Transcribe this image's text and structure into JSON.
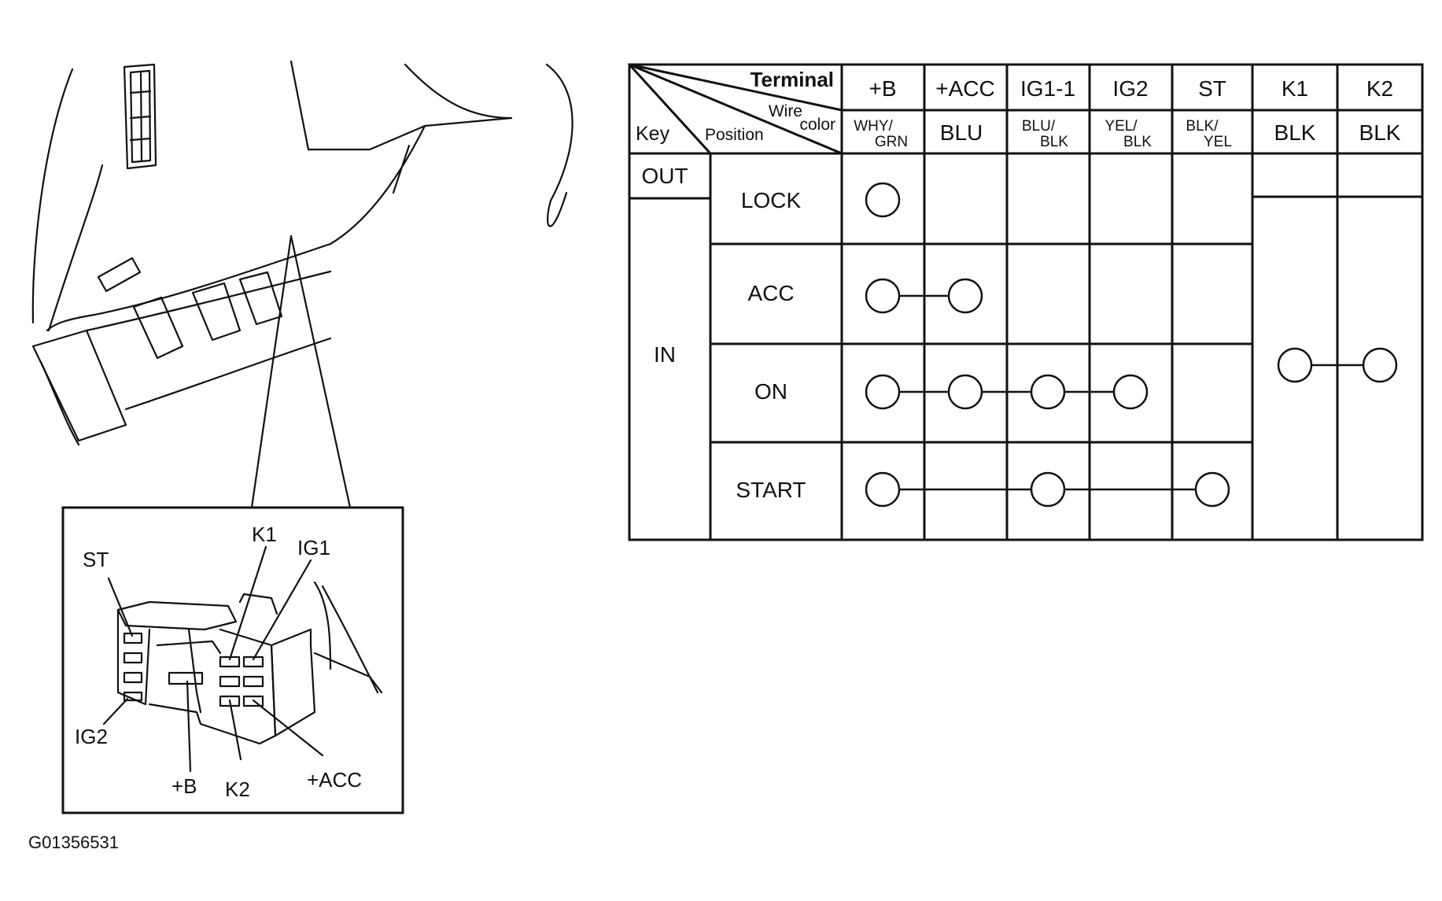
{
  "figure_id": "G01356531",
  "connector": {
    "labels": {
      "st": "ST",
      "k1": "K1",
      "ig1": "IG1",
      "ig2": "IG2",
      "plus_b": "+B",
      "k2": "K2",
      "plus_acc": "+ACC"
    }
  },
  "table": {
    "header": {
      "terminal": "Terminal",
      "wire": "Wire",
      "color": "color",
      "key": "Key",
      "position": "Position"
    },
    "columns": [
      {
        "terminal": "+B",
        "wire": [
          "WHY/",
          "GRN"
        ]
      },
      {
        "terminal": "+ACC",
        "wire": [
          "BLU"
        ]
      },
      {
        "terminal": "IG1-1",
        "wire": [
          "BLU/",
          "BLK"
        ]
      },
      {
        "terminal": "IG2",
        "wire": [
          "YEL/",
          "BLK"
        ]
      },
      {
        "terminal": "ST",
        "wire": [
          "BLK/",
          "YEL"
        ]
      },
      {
        "terminal": "K1",
        "wire": [
          "BLK"
        ]
      },
      {
        "terminal": "K2",
        "wire": [
          "BLK"
        ]
      }
    ],
    "key_states": [
      "OUT",
      "IN"
    ],
    "rows": [
      {
        "position": "LOCK",
        "connected_terminals": [
          "+B"
        ]
      },
      {
        "position": "ACC",
        "connected_terminals": [
          "+B",
          "+ACC"
        ]
      },
      {
        "position": "ON",
        "connected_terminals": [
          "+B",
          "+ACC",
          "IG1-1",
          "IG2"
        ]
      },
      {
        "position": "START",
        "connected_terminals": [
          "+B",
          "IG1-1",
          "ST"
        ]
      }
    ],
    "key_switch_connection": {
      "key_state": "IN",
      "connected_terminals": [
        "K1",
        "K2"
      ]
    }
  }
}
